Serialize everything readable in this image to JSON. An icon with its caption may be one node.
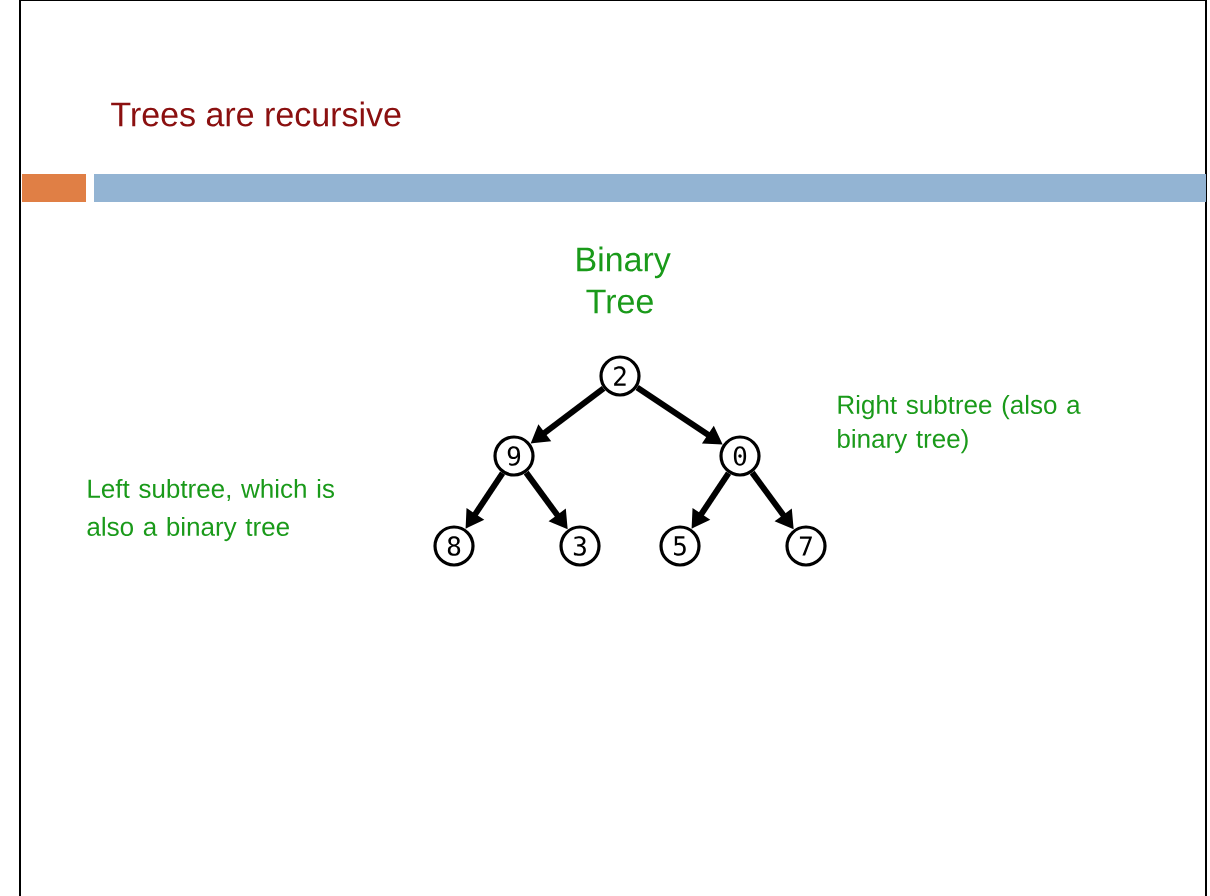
{
  "diagram": {
    "title": "Trees are recursive",
    "nodes": [
      {
        "text": [
          "2"
        ]
      },
      {
        "text": [
          "9"
        ]
      },
      {
        "text": [
          "0"
        ]
      },
      {
        "text": [
          "8"
        ]
      },
      {
        "text": [
          "3"
        ]
      },
      {
        "text": [
          "5"
        ]
      },
      {
        "text": [
          "7"
        ]
      }
    ],
    "edges": [
      {
        "from": 0,
        "to": 1,
        "arrow": "to"
      },
      {
        "from": 0,
        "to": 2,
        "arrow": "to"
      },
      {
        "from": 1,
        "to": 3,
        "arrow": "to"
      },
      {
        "from": 1,
        "to": 4,
        "arrow": "to"
      },
      {
        "from": 2,
        "to": 5,
        "arrow": "to"
      },
      {
        "from": 2,
        "to": 6,
        "arrow": "to"
      }
    ],
    "labels": [
      "Binary Tree",
      "Right subtree (also a binary tree)",
      "Left subtree, which is also a binary tree"
    ]
  }
}
